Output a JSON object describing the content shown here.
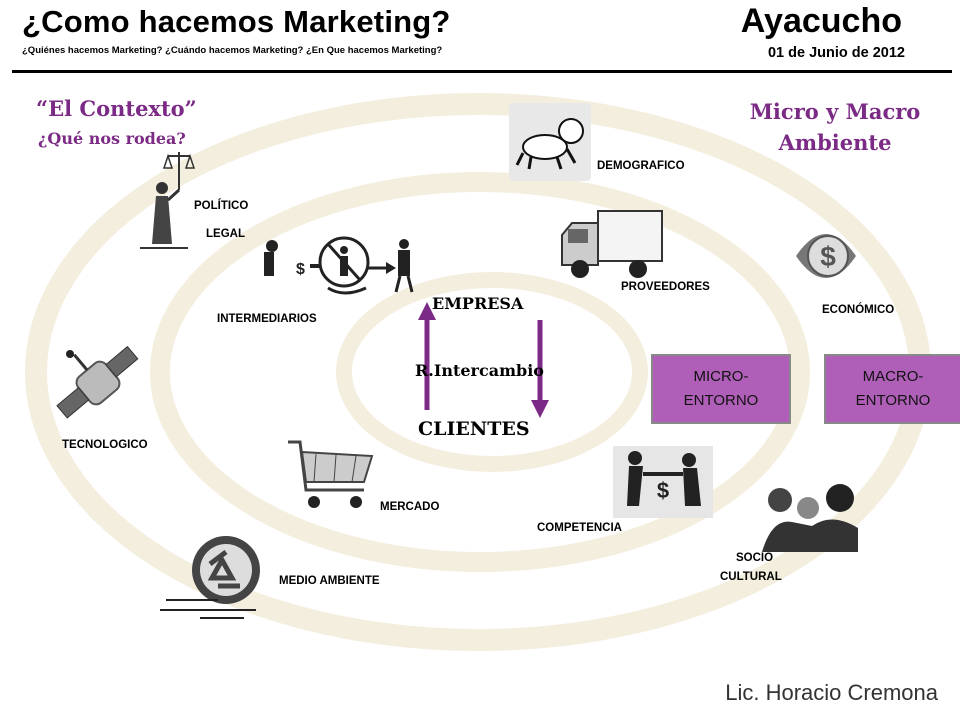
{
  "header": {
    "title": "¿Como hacemos Marketing?",
    "subtitle": "¿Quiénes hacemos Marketing? ¿Cuándo hacemos Marketing? ¿En Que hacemos Marketing?",
    "place": "Ayacucho",
    "date": "01 de Junio de 2012"
  },
  "context": {
    "line1": "“El Contexto”",
    "line2": "¿Qué nos rodea?"
  },
  "environment_title": {
    "line1": "Micro y Macro",
    "line2": "Ambiente"
  },
  "core": {
    "empresa": "EMPRESA",
    "intercambio": "R.Intercambio",
    "clientes": "CLIENTES"
  },
  "micro_labels": {
    "intermediarios": "INTERMEDIARIOS",
    "proveedores": "PROVEEDORES",
    "mercado": "MERCADO",
    "competencia": "COMPETENCIA"
  },
  "macro_labels": {
    "politico": "POLÍTICO",
    "legal": "LEGAL",
    "demografico": "DEMOGRAFICO",
    "economico": "ECONÓMICO",
    "tecnologico": "TECNOLOGICO",
    "medio_ambiente": "MEDIO AMBIENTE",
    "socio1": "SOCIO",
    "socio2": "CULTURAL"
  },
  "boxes": {
    "micro1": "MICRO-",
    "micro2": "ENTORNO",
    "macro1": "MACRO-",
    "macro2": "ENTORNO"
  },
  "author": "Lic. Horacio Cremona",
  "colors": {
    "accent": "#7b2a85",
    "box_fill": "#b05fb8",
    "ring": "#f3eedd"
  },
  "icons": [
    "justice-icon",
    "baby-icon",
    "truck-icon",
    "dollar-eye-icon",
    "exchange-people-icon",
    "satellite-icon",
    "cart-icon",
    "recycle-icon",
    "dispute-icon",
    "family-icon"
  ]
}
